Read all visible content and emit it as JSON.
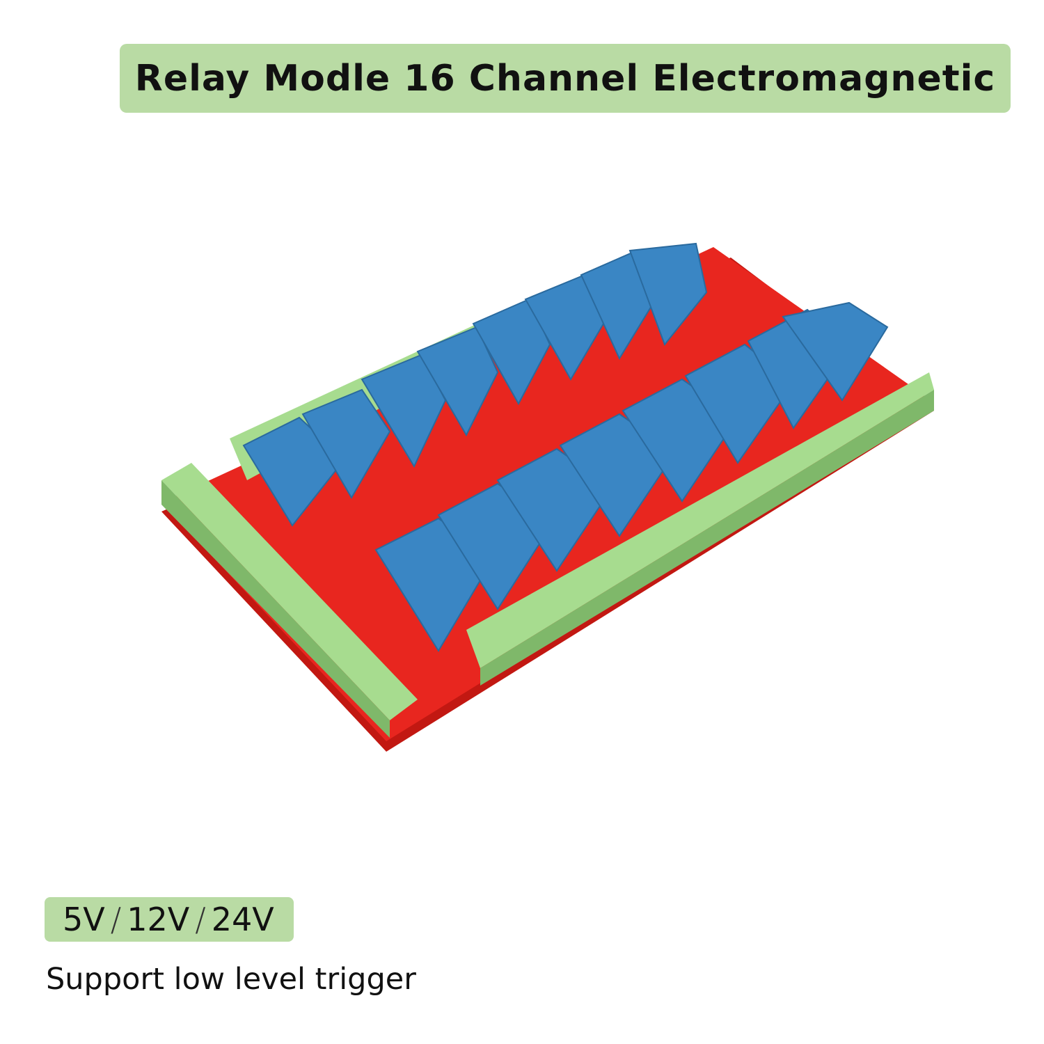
{
  "title": "Relay Modle 16 Channel Electromagnetic",
  "voltages": [
    "5V",
    "12V",
    "24V"
  ],
  "voltage_separator": "/",
  "feature": "Support low level trigger",
  "colors": {
    "banner": "#b9dba4",
    "pcb": "#e8261f",
    "relay": "#3a86c4",
    "terminal": "#9fd98a"
  }
}
